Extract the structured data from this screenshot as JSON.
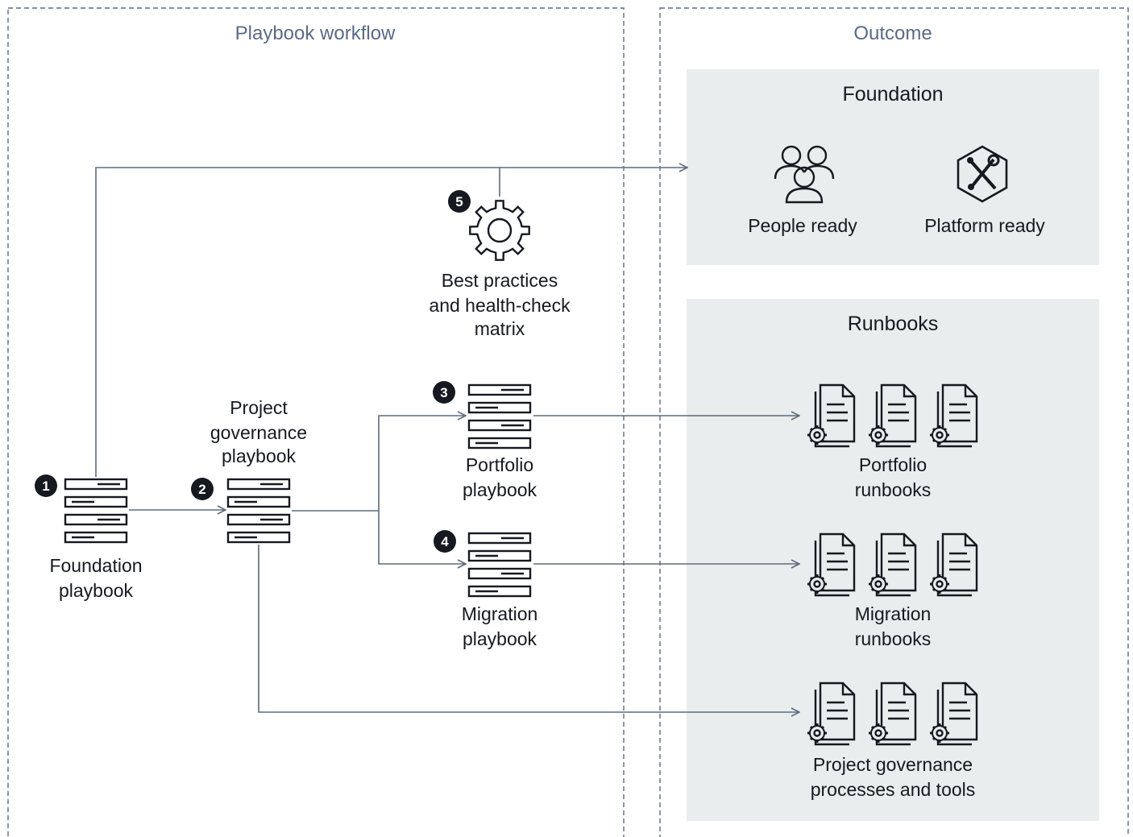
{
  "sections": {
    "workflow": {
      "title": "Playbook workflow"
    },
    "outcome": {
      "title": "Outcome"
    }
  },
  "outcome": {
    "foundation": {
      "title": "Foundation",
      "items": [
        {
          "label": "People ready",
          "icon": "users-group-icon"
        },
        {
          "label": "Platform ready",
          "icon": "tools-hexagon-icon"
        }
      ]
    },
    "runbooks": {
      "title": "Runbooks",
      "groups": [
        {
          "lines": [
            "Portfolio",
            "runbooks"
          ],
          "icon": "runbook-document-gear-icon"
        },
        {
          "lines": [
            "Migration",
            "runbooks"
          ],
          "icon": "runbook-document-gear-icon"
        },
        {
          "lines": [
            "Project governance",
            "processes and tools"
          ],
          "icon": "runbook-document-gear-icon"
        }
      ]
    }
  },
  "workflow": {
    "nodes": [
      {
        "id": "foundation",
        "badge": "1",
        "lines": [
          "Foundation",
          "playbook"
        ],
        "icon": "playbook-stack-icon"
      },
      {
        "id": "project-governance",
        "badge": "2",
        "lines": [
          "Project",
          "governance",
          "playbook"
        ],
        "icon": "playbook-stack-icon"
      },
      {
        "id": "portfolio",
        "badge": "3",
        "lines": [
          "Portfolio",
          "playbook"
        ],
        "icon": "playbook-stack-icon"
      },
      {
        "id": "migration",
        "badge": "4",
        "lines": [
          "Migration",
          "playbook"
        ],
        "icon": "playbook-stack-icon"
      },
      {
        "id": "best-practices",
        "badge": "5",
        "lines": [
          "Best practices",
          "and health-check",
          "matrix"
        ],
        "icon": "gear-icon"
      }
    ]
  },
  "colors": {
    "panel_fill": "#e9eded",
    "edge": "#5f6b7a",
    "header_text": "#5a6b86",
    "badge": "#16191f"
  }
}
